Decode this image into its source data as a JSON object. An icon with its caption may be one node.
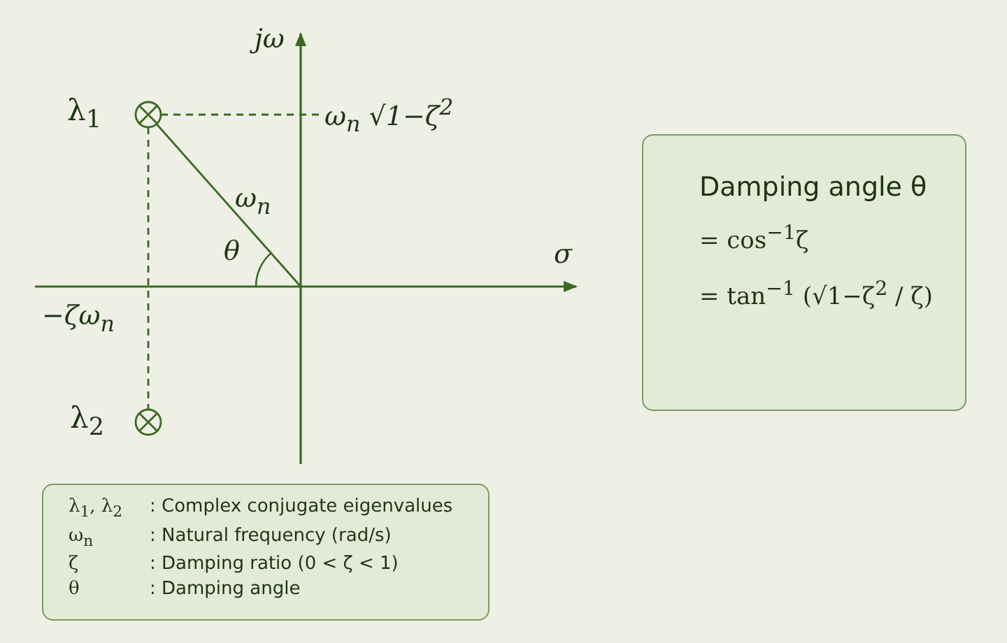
{
  "diagram": {
    "nodes": [
      {
        "text": [],
        "shape": "circle",
        "beside": [
          "λ$_{1}$"
        ]
      },
      {
        "text": [],
        "shape": "circle",
        "beside": [
          "λ$_{2}$"
        ]
      },
      {
        "text": [
          "ω$_{n}$ √1−ζ$^{2}$"
        ]
      },
      {
        "text": [
          "Damping angle  θ",
          "= cos$^{−1}$ζ",
          "= tan$^{−1}$ (√1−ζ$^{2}$ / ζ)"
        ]
      },
      {
        "text": [
          "λ$_{1}$, λ$_{2}$",
          ": Complex conjugate eigenvalues",
          "ω$_{n}$",
          ": Natural frequency (rad/s)",
          "ζ",
          ": Damping ratio (0 < ζ < 1)",
          "θ",
          ": Damping angle"
        ]
      }
    ],
    "edges": [
      {
        "from": 0,
        "to": 2,
        "arrow": "none",
        "style": "dashed"
      },
      {
        "from": 0,
        "to": 1,
        "arrow": "none",
        "style": "dashed"
      },
      {
        "from": 0,
        "to": null,
        "arrow": "none",
        "label": "ω$_{n}$"
      }
    ],
    "labels": [
      "jω",
      "σ",
      "θ",
      "−ζω$_{n}$"
    ]
  }
}
